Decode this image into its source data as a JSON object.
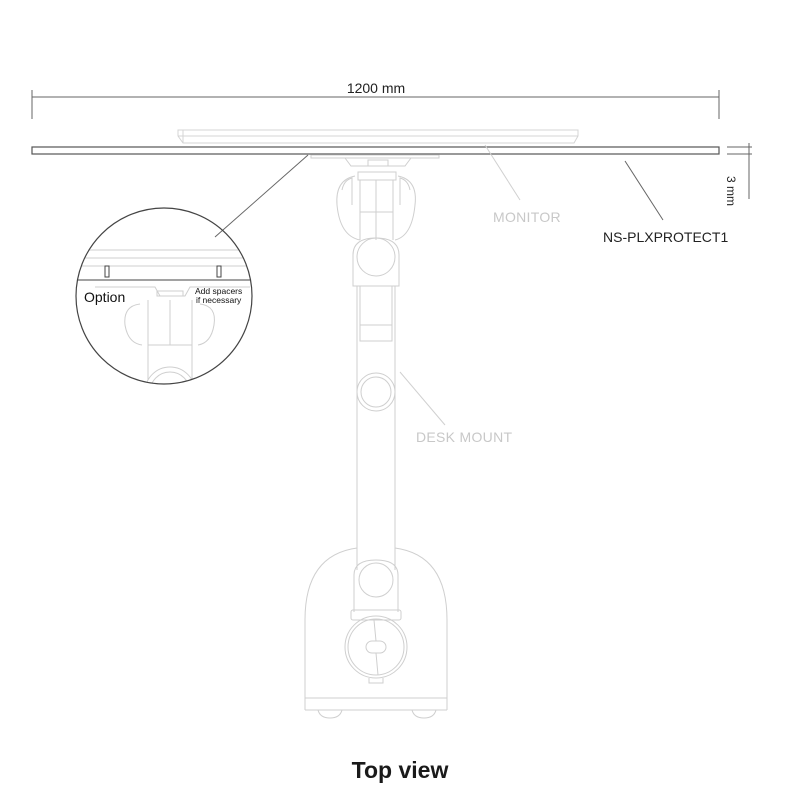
{
  "diagram": {
    "title": "Top view",
    "dimensions": {
      "width": "1200 mm",
      "thickness": "3 mm"
    },
    "labels": {
      "monitor": "MONITOR",
      "product": "NS-PLXPROTECT1",
      "desk_mount": "DESK MOUNT"
    },
    "detail_callout": {
      "option_label": "Option",
      "note_line1": "Add spacers",
      "note_line2": "if necessary"
    },
    "colors": {
      "dark_line": "#555555",
      "light_line": "#cfcfcf",
      "label_dark": "#222222",
      "label_light": "#c8c8c8"
    }
  }
}
